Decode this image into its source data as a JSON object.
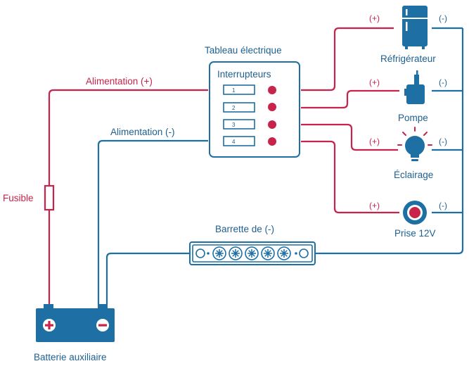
{
  "panel": {
    "title": "Tableau électrique",
    "header": "Interrupteurs",
    "switches": [
      "1",
      "2",
      "3",
      "4"
    ]
  },
  "wires": {
    "supply_plus": "Alimentation (+)",
    "supply_minus": "Alimentation (-)",
    "fuse": "Fusible"
  },
  "busbar": {
    "label": "Barrette de (-)"
  },
  "battery": {
    "label": "Batterie auxiliaire"
  },
  "devices": [
    {
      "label": "Réfrigérateur",
      "icon": "fridge-icon",
      "plus": "(+)",
      "minus": "(-)"
    },
    {
      "label": "Pompe",
      "icon": "pump-icon",
      "plus": "(+)",
      "minus": "(-)"
    },
    {
      "label": "Éclairage",
      "icon": "lightbulb-icon",
      "plus": "(+)",
      "minus": "(-)"
    },
    {
      "label": "Prise 12V",
      "icon": "socket-icon",
      "plus": "(+)",
      "minus": "(-)"
    }
  ],
  "colors": {
    "positive": "#c8234a",
    "negative": "#1e6fa3",
    "text": "#1e5f8e"
  }
}
